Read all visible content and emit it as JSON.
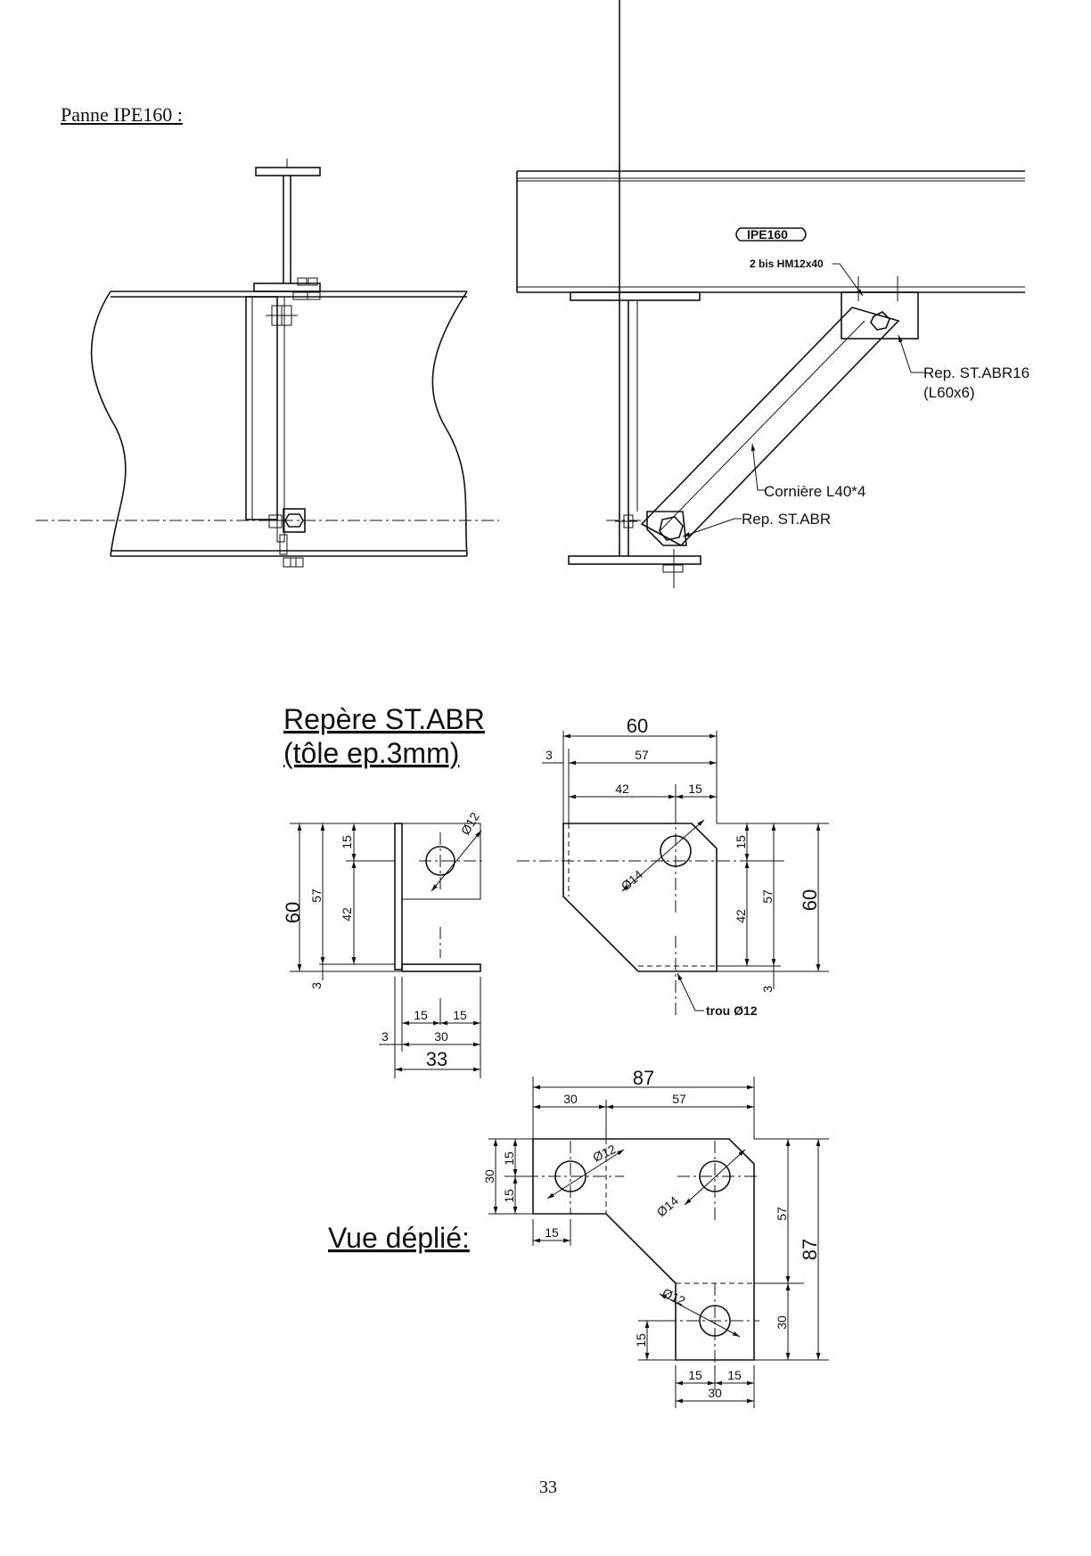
{
  "page": {
    "title": "Panne IPE160 :",
    "page_number": "33"
  },
  "detail_view": {
    "beam_tag": "IPE160",
    "bolt_note": "2 bis HM12x40",
    "bracket_ref": "Rep. ST.ABR16",
    "bracket_profile": "(L60x6)",
    "strut_label": "Cornière L40*4",
    "plate_ref": "Rep. ST.ABR"
  },
  "plate_section": {
    "title_line1": "Repère ST.ABR",
    "title_line2": "(tôle ep.3mm)",
    "side_view": {
      "dims": [
        "60",
        "57",
        "42",
        "15",
        "3",
        "15",
        "15",
        "30",
        "33",
        "3"
      ],
      "hole": "Ø12"
    },
    "front_view": {
      "dims_top": [
        "60",
        "57",
        "3",
        "42",
        "15"
      ],
      "dims_right": [
        "15",
        "42",
        "57",
        "60",
        "3"
      ],
      "hole": "Ø14",
      "hole_note": "trou Ø12"
    }
  },
  "unfolded_view": {
    "title": "Vue déplié:",
    "dims_top": [
      "87",
      "30",
      "57"
    ],
    "dims_left": [
      "30",
      "15",
      "15",
      "15"
    ],
    "dims_right": [
      "57",
      "87",
      "30"
    ],
    "dims_bottom": [
      "15",
      "15",
      "30",
      "15"
    ],
    "holes": [
      "Ø12",
      "Ø14",
      "Ø12"
    ]
  }
}
